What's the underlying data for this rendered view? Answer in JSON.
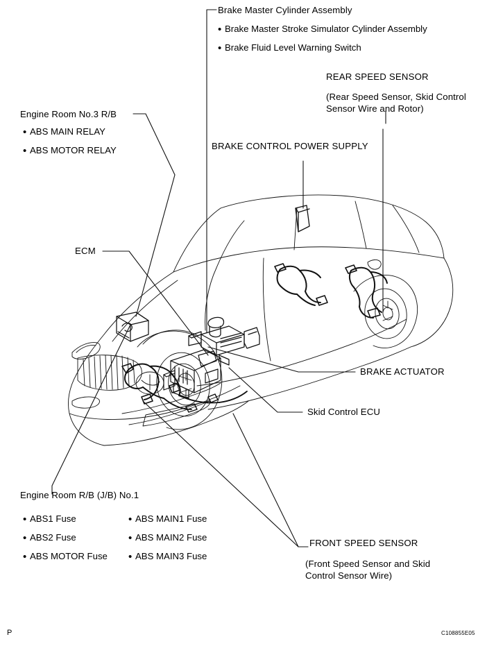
{
  "figure": {
    "code": "C108855E05",
    "page_mark": "P"
  },
  "labels": {
    "brake_master": {
      "title": "Brake Master Cylinder Assembly",
      "items": [
        "Brake Master Stroke Simulator Cylinder Assembly",
        "Brake Fluid Level Warning Switch"
      ]
    },
    "rear_speed_sensor": {
      "title": "REAR SPEED SENSOR",
      "sub": "(Rear Speed Sensor, Skid Control\nSensor Wire and Rotor)"
    },
    "engine_room_no3": {
      "title": "Engine Room No.3 R/B",
      "items": [
        "ABS MAIN RELAY",
        "ABS MOTOR RELAY"
      ]
    },
    "brake_control_power_supply": {
      "title": "BRAKE CONTROL POWER SUPPLY"
    },
    "ecm": {
      "title": "ECM"
    },
    "brake_actuator": {
      "title": "BRAKE ACTUATOR"
    },
    "skid_control_ecu": {
      "title": "Skid Control ECU"
    },
    "engine_room_jb_no1": {
      "title": "Engine Room R/B (J/B) No.1",
      "col1": [
        "ABS1 Fuse",
        "ABS2 Fuse",
        "ABS MOTOR Fuse"
      ],
      "col2": [
        "ABS MAIN1 Fuse",
        "ABS MAIN2 Fuse",
        "ABS MAIN3 Fuse"
      ]
    },
    "front_speed_sensor": {
      "title": "FRONT SPEED SENSOR",
      "sub": "(Front Speed Sensor and Skid\nControl Sensor Wire)"
    }
  },
  "colors": {
    "ink": "#000000",
    "body_line": "#1a1a1a",
    "background": "#ffffff"
  }
}
